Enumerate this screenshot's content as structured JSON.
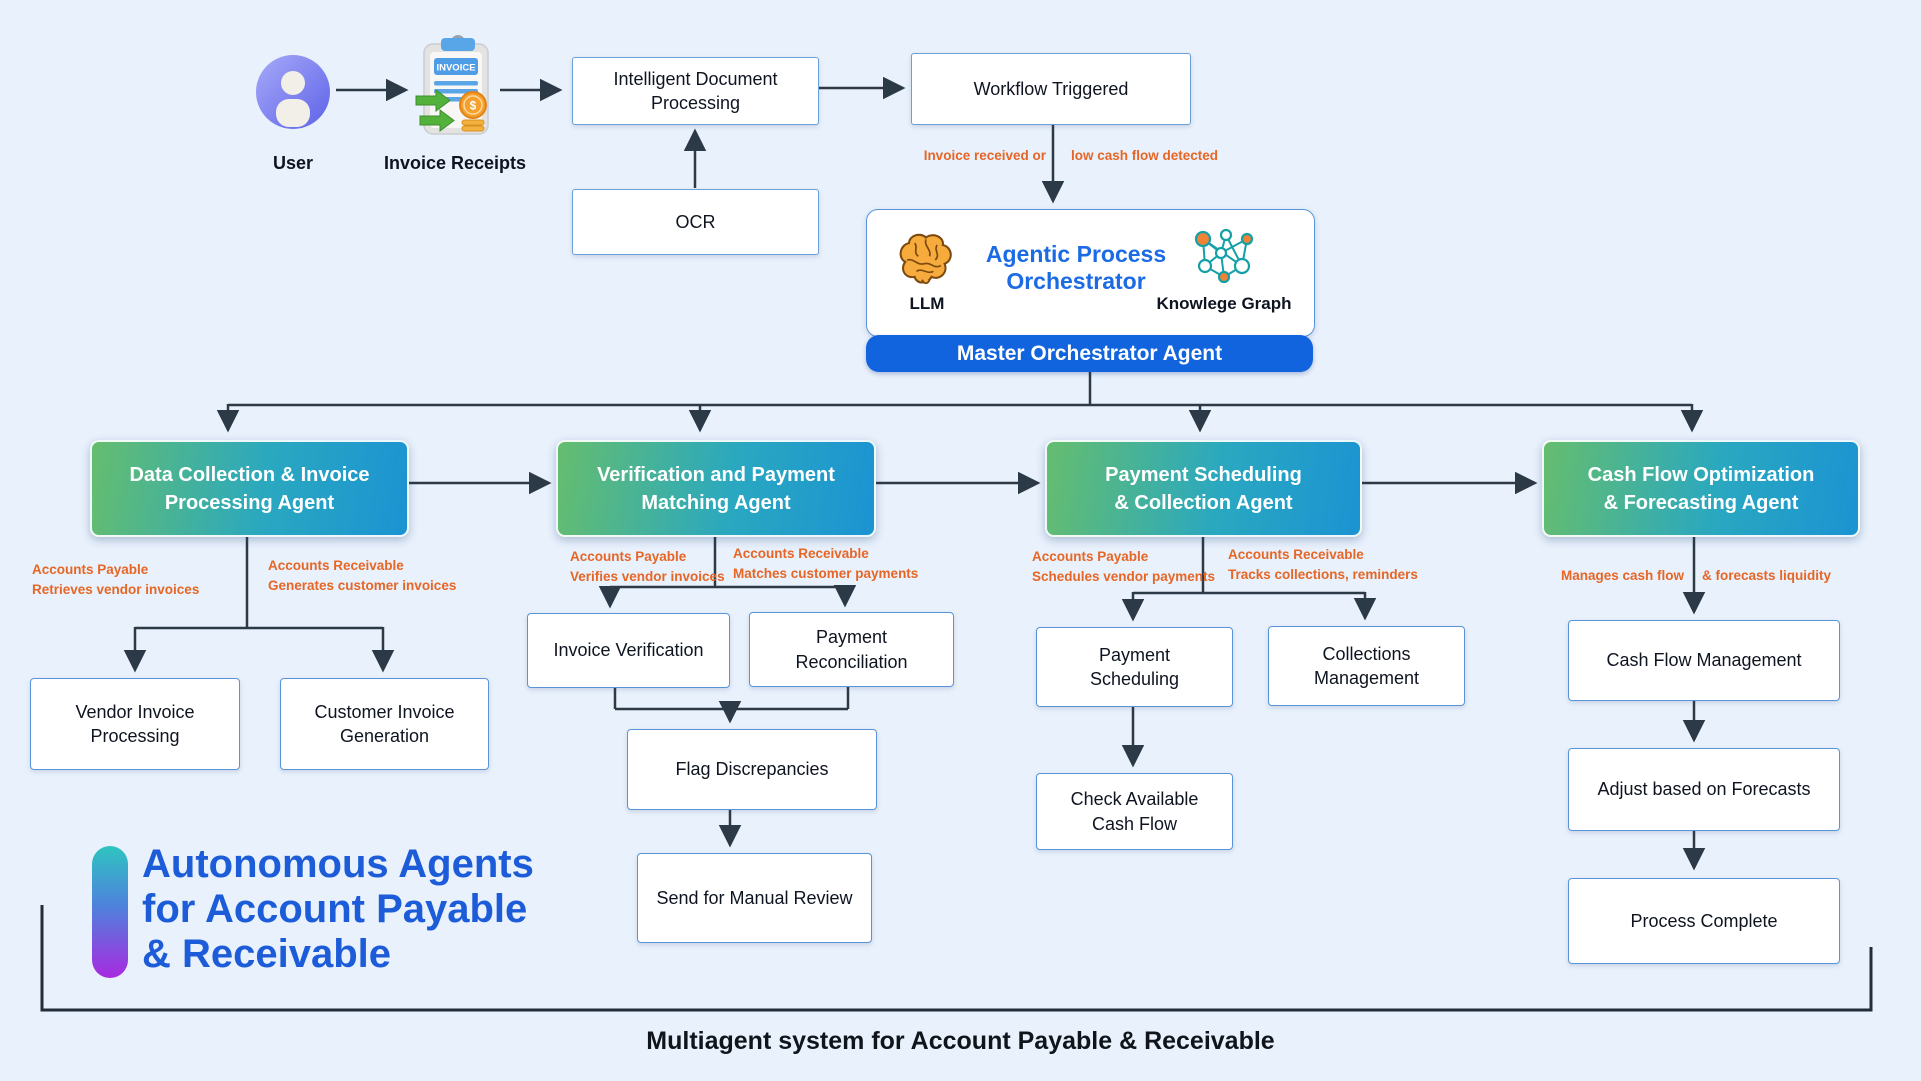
{
  "palette": {
    "background": "#e9f1fc",
    "connector": "#2c3947",
    "box_border": "#5a94d8",
    "agent_gradient_start": "#65bd6e",
    "agent_gradient_end": "#1b93d3",
    "banner_blue": "#1164dd",
    "heading_blue": "#1b6be4",
    "accent_orange": "#e66625",
    "title_blue": "#1d5cd8"
  },
  "intake": {
    "user_label": "User",
    "invoice_receipts_label": "Invoice Receipts",
    "invoice_badge": "INVOICE",
    "coin_symbol": "$",
    "idp_label": "Intelligent Document\nProcessing",
    "workflow_label": "Workflow Triggered",
    "ocr_label": "OCR",
    "trigger_note_left": "Invoice received or",
    "trigger_note_right": "low cash flow detected"
  },
  "orchestrator": {
    "heading": "Agentic Process\nOrchestrator",
    "llm_label": "LLM",
    "knowledge_graph_label": "Knowlege Graph",
    "banner": "Master Orchestrator Agent",
    "icons": {
      "llm": "brain-icon",
      "knowledge_graph": "network-graph-icon"
    }
  },
  "agents": [
    {
      "label": "Data Collection & Invoice\nProcessing Agent",
      "note_left": "Accounts Payable\nRetrieves vendor invoices",
      "note_right": "Accounts Receivable\nGenerates customer invoices"
    },
    {
      "label": "Verification and Payment\nMatching Agent",
      "note_left": "Accounts Payable\nVerifies vendor invoices",
      "note_right": "Accounts Receivable\nMatches customer payments"
    },
    {
      "label": "Payment Scheduling\n& Collection Agent",
      "note_left": "Accounts Payable\nSchedules vendor payments",
      "note_right": "Accounts Receivable\nTracks collections, reminders"
    },
    {
      "label": "Cash Flow Optimization\n& Forecasting Agent",
      "note_left": "Manages cash flow",
      "note_right": "& forecasts liquidity"
    }
  ],
  "tasks": {
    "vendor_invoice": "Vendor Invoice\nProcessing",
    "customer_invoice": "Customer Invoice\nGeneration",
    "invoice_verification": "Invoice Verification",
    "payment_reconciliation": "Payment\nReconciliation",
    "flag_discrepancies": "Flag Discrepancies",
    "manual_review": "Send for Manual Review",
    "payment_scheduling": "Payment\nScheduling",
    "collections_management": "Collections\nManagement",
    "check_cash_flow": "Check Available\nCash Flow",
    "cash_flow_management": "Cash Flow Management",
    "adjust_forecasts": "Adjust based on Forecasts",
    "process_complete": "Process Complete"
  },
  "footer": {
    "title": "Autonomous Agents\nfor Account Payable\n& Receivable",
    "caption": "Multiagent system for Account Payable & Receivable"
  }
}
